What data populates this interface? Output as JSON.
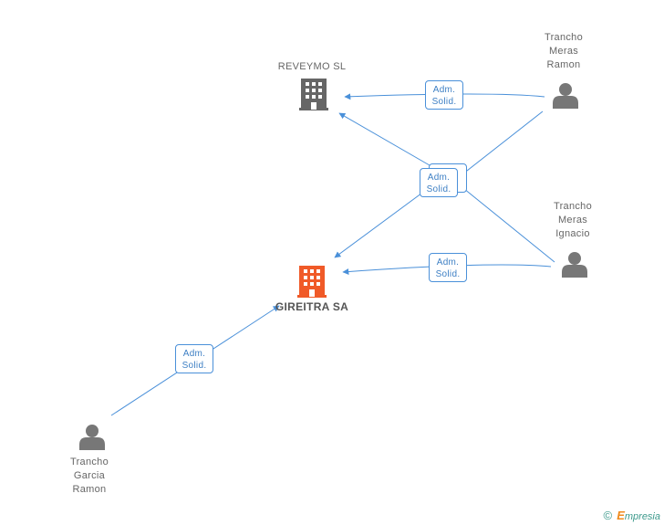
{
  "nodes": {
    "reveymo": {
      "label": "REVEYMO SL",
      "icon": "building-icon",
      "color": "#666666"
    },
    "gireitra": {
      "label": "GIREITRA SA",
      "icon": "building-icon",
      "color": "#f05a28"
    },
    "trancho_meras_ramon": {
      "name_lines": [
        "Trancho",
        "Meras",
        "Ramon"
      ],
      "icon": "person-icon"
    },
    "trancho_meras_ignacio": {
      "name_lines": [
        "Trancho",
        "Meras",
        "Ignacio"
      ],
      "icon": "person-icon"
    },
    "trancho_garcia_ramon": {
      "name_lines": [
        "Trancho",
        "Garcia",
        "Ramon"
      ],
      "icon": "person-icon"
    }
  },
  "relations": [
    {
      "from": "Trancho Meras Ramon",
      "to": "REVEYMO SL",
      "role_lines": [
        "Adm.",
        "Solid."
      ]
    },
    {
      "from": "Trancho Meras Ignacio / Trancho Meras Ramon",
      "to": "REVEYMO SL / GIREITRA SA",
      "role_lines": [
        "Adm.",
        "Solid."
      ]
    },
    {
      "from": "Trancho Meras Ignacio",
      "to": "GIREITRA SA",
      "role_lines": [
        "Adm.",
        "Solid."
      ]
    },
    {
      "from": "Trancho Garcia Ramon",
      "to": "GIREITRA SA",
      "role_lines": [
        "Adm.",
        "Solid."
      ]
    }
  ],
  "colors": {
    "edge": "#4a90d9",
    "person": "#777777",
    "company": "#666666",
    "focus_company": "#f05a28"
  },
  "footer": {
    "copyright_symbol": "©",
    "brand_first": "E",
    "brand_rest": "mpresia"
  }
}
